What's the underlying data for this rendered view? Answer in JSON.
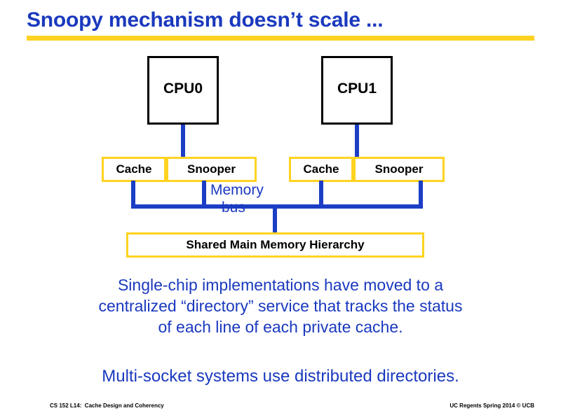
{
  "slide": {
    "title": "Snoopy mechanism doesn’t scale ...",
    "accent_rule_color": "#ffd320",
    "title_color": "#1a39be",
    "background": "#ffffff"
  },
  "diagram": {
    "cpus": [
      {
        "label": "CPU0"
      },
      {
        "label": "CPU1"
      }
    ],
    "cache_units": [
      {
        "cache_label": "Cache",
        "snooper_label": "Snooper"
      },
      {
        "cache_label": "Cache",
        "snooper_label": "Snooper"
      }
    ],
    "bus": {
      "label_line1": "Memory",
      "label_line2": "bus",
      "color": "#1b3ec4"
    },
    "memory": {
      "label": "Shared Main Memory Hierarchy",
      "border_color": "#ffd320"
    },
    "cpu_border_color": "#000000"
  },
  "body": {
    "paragraph": "Single-chip implementations have moved to a centralized “directory” service that tracks the status of each line of each private cache.",
    "closing": "Multi-socket systems use distributed directories.",
    "text_color": "#1a39be"
  },
  "footer": {
    "left": "CS 152 L14:  Cache Design and Coherency",
    "right": "UC Regents Spring 2014 © UCB"
  }
}
